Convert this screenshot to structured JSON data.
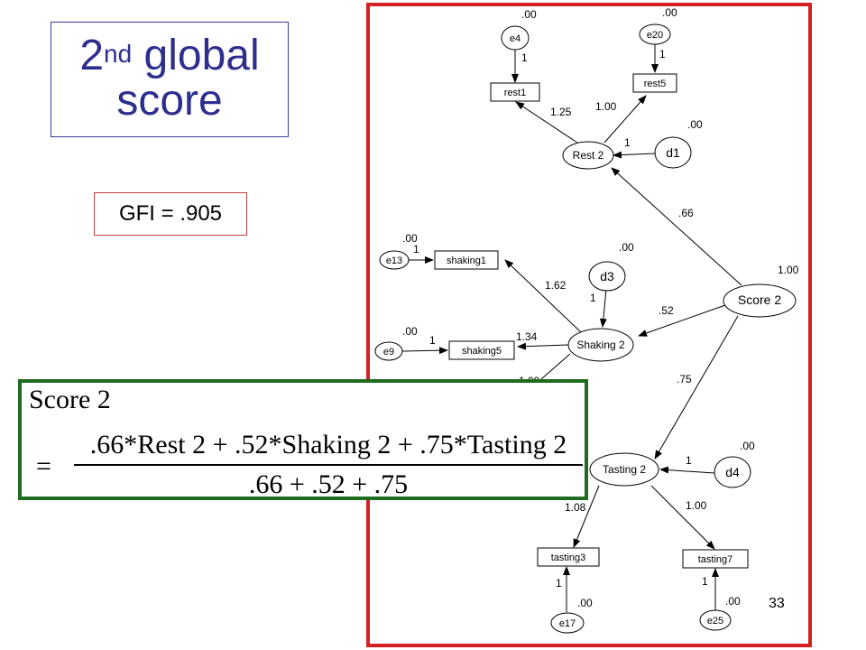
{
  "slide": {
    "title_main": "2",
    "title_sup": "nd",
    "title_rest": " global score",
    "gfi_label": "GFI = .905",
    "page_number": "33"
  },
  "formula": {
    "head": "Score 2",
    "equals": "=",
    "numerator": ".66*Rest 2 + .52*Shaking 2 + .75*Tasting 2",
    "denominator": ".66 + .52 + .75"
  },
  "diagram": {
    "frame_color": "#d42020",
    "latent": {
      "score": "Score 2",
      "rest": "Rest 2",
      "shaking": "Shaking 2",
      "tasting": "Tasting 2"
    },
    "disturbances": {
      "d1": "d1",
      "d3": "d3",
      "d4": "d4"
    },
    "indicators": {
      "rest1": "rest1",
      "rest5": "rest5",
      "shaking1": "shaking1",
      "shaking5": "shaking5",
      "tasting3": "tasting3",
      "tasting7": "tasting7"
    },
    "errors": {
      "e4": "e4",
      "e20": "e20",
      "e13": "e13",
      "e9": "e9",
      "e17": "e17",
      "e25": "e25"
    },
    "labels": {
      "score_var": "1.00",
      "score_to_rest": ".66",
      "score_to_shaking": ".52",
      "score_to_tasting": ".75",
      "rest_to_rest1": "1.25",
      "rest_to_rest5": "1.00",
      "shaking_to_shaking1": "1.62",
      "shaking_to_shaking5": "1.34",
      "tasting_to_tasting3": "1.08",
      "tasting_to_tasting7": "1.00",
      "fixed_one": "1",
      "error_mean": ".00",
      "partial_hidden": "1.00"
    }
  }
}
